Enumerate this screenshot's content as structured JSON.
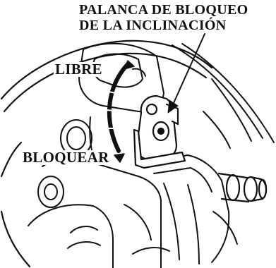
{
  "callouts": {
    "title_line1": "PALANCA DE BLOQUEO",
    "title_line2": "DE LA INCLINACIÓN",
    "free_label": "LIBRE",
    "lock_label": "BLOQUEAR"
  }
}
